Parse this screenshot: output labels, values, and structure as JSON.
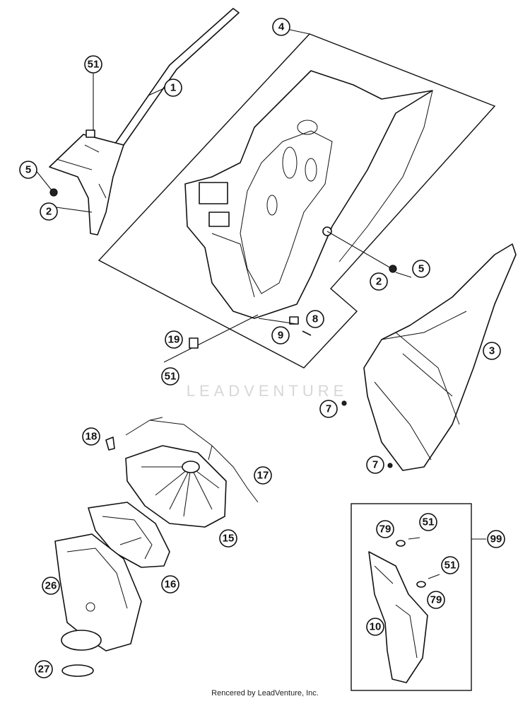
{
  "callouts": [
    {
      "id": "c51a",
      "label": "51"
    },
    {
      "id": "c1",
      "label": "1"
    },
    {
      "id": "c5a",
      "label": "5"
    },
    {
      "id": "c2a",
      "label": "2"
    },
    {
      "id": "c4",
      "label": "4"
    },
    {
      "id": "c5b",
      "label": "5"
    },
    {
      "id": "c2b",
      "label": "2"
    },
    {
      "id": "c8",
      "label": "8"
    },
    {
      "id": "c9",
      "label": "9"
    },
    {
      "id": "c19",
      "label": "19"
    },
    {
      "id": "c51b",
      "label": "51"
    },
    {
      "id": "c3",
      "label": "3"
    },
    {
      "id": "c7a",
      "label": "7"
    },
    {
      "id": "c7b",
      "label": "7"
    },
    {
      "id": "c18",
      "label": "18"
    },
    {
      "id": "c17",
      "label": "17"
    },
    {
      "id": "c15",
      "label": "15"
    },
    {
      "id": "c16",
      "label": "16"
    },
    {
      "id": "c26",
      "label": "26"
    },
    {
      "id": "c27",
      "label": "27"
    },
    {
      "id": "c79a",
      "label": "79"
    },
    {
      "id": "c51c",
      "label": "51"
    },
    {
      "id": "c99",
      "label": "99"
    },
    {
      "id": "c51d",
      "label": "51"
    },
    {
      "id": "c79b",
      "label": "79"
    },
    {
      "id": "c10",
      "label": "10"
    }
  ],
  "watermark": "LEADVENTURE",
  "footer": "Rencered by LeadVenture, Inc."
}
